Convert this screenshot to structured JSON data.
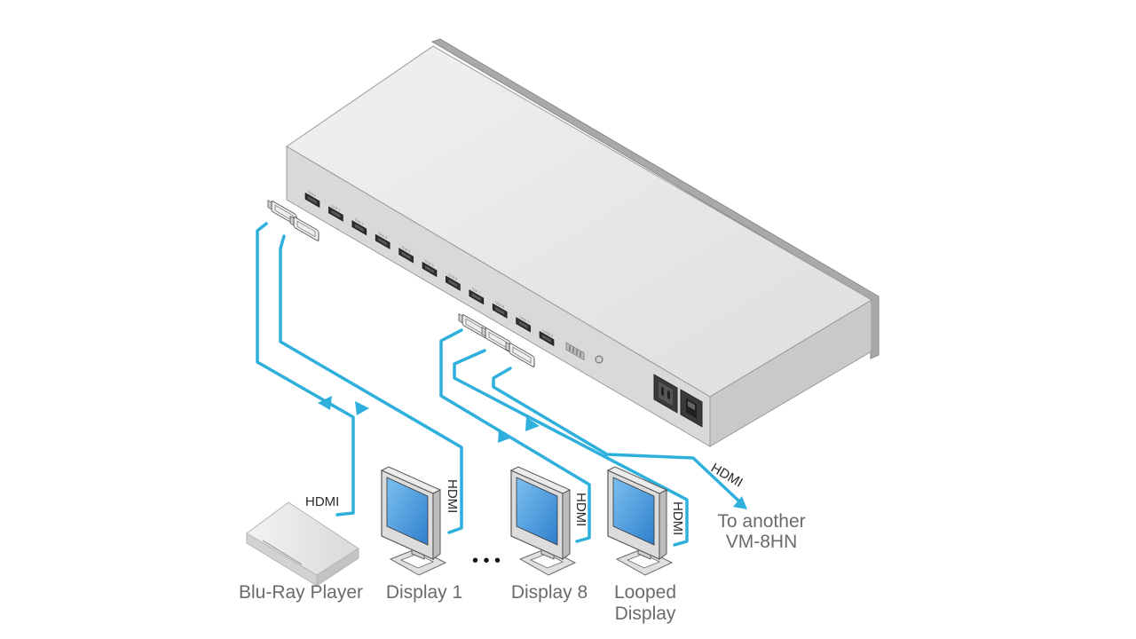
{
  "device": {
    "port_tags": [
      "Input",
      "Out 1",
      "Out 2",
      "Out 3",
      "Out 4",
      "Out 5",
      "Out 6",
      "Out 7",
      "Out 8",
      "Loop 1",
      "Loop 2"
    ]
  },
  "labels": {
    "source": "Blu-Ray Player",
    "display_1": "Display 1",
    "display_8": "Display 8",
    "looped_line1": "Looped",
    "looped_line2": "Display",
    "to_another_line1": "To another",
    "to_another_line2": "VM-8HN",
    "ellipsis": "• • •"
  },
  "cables": {
    "source_cable": "HDMI",
    "display_1_cable": "HDMI",
    "display_8_cable": "HDMI",
    "looped_cable": "HDMI",
    "chain_cable": "HDMI"
  },
  "colors": {
    "cable": "#2fb0dc",
    "device_body": "#e6e6e6",
    "device_front": "#d8d8d8",
    "screen": "#3f8fd6"
  }
}
